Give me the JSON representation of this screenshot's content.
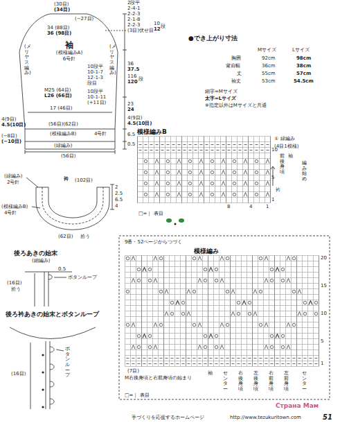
{
  "diagram": {
    "nodes": [
      {
        "text": [
          "袖",
          "(模様編みA)",
          "6号針"
        ]
      },
      {
        "text": [
          "模様編みB"
        ]
      },
      {
        "text": [
          "模様編み"
        ]
      }
    ],
    "labels": [
      "(30目)",
      "(34目)",
      "2段平",
      "2-4-1",
      "2-2-3",
      "2-1-8",
      "2-2-3",
      "(3目)伏せ目",
      "(−27目)",
      "10",
      "12",
      "段",
      "34 (88目)",
      "36 (98目)",
      "(メリヤス編み)",
      "(メリヤス編み)",
      "10段平",
      "10-1-7",
      "12-1-3",
      "段目",
      "36",
      "37.5",
      "116",
      "120",
      "段",
      "M25 (64目)",
      "L26 (66目)",
      "10段平",
      "10-1-11",
      "(+11目)",
      "17 (46目)",
      "4(9目)",
      "4.5(10目)",
      "4(9目)",
      "4.5(10目)",
      "(56目)(62目)",
      "(模様編みB)",
      "4号針",
      "(−8目)",
      "(−10目)",
      "(緑編み)",
      "(56目)",
      "23",
      "24",
      "6.5",
      "0.5",
      "●でき上がり寸法",
      "Mサイズ",
      "Lサイズ",
      "胸囲",
      "92cm",
      "98cm",
      "背肩幅",
      "36cm",
      "38cm",
      "丈",
      "55cm",
      "57cm",
      "袖丈",
      "53cm",
      "54.5cm",
      "細字=Mサイズ",
      "太字=Lサイズ",
      "※指定以外はMサイズと共通",
      "① 緑編み",
      "(4目1模様)",
      "前後身頃",
      "袖",
      "編み始め",
      "衿",
      "10",
      "5",
      "1",
      "8",
      "4",
      "1",
      "□=｜ 表目",
      "(緑編み)",
      "2号針",
      "衿",
      "(102目)",
      "(模様編みB)",
      "4号針",
      "(62目)",
      "拾う",
      "2",
      "2.5",
      "6.5",
      "4",
      "後ろあきの始末",
      "(細編み)",
      "0.5",
      "(16目)",
      "拾う",
      "ボタンループ",
      "後ろ衿あきの始末とボタンループ",
      "(16目)",
      "ボタンループ",
      "9番・52ページからつづく",
      "20",
      "15",
      "10",
      "5",
      "1",
      "(7目)",
      "M右後身頃と右前身頃の始まり",
      "□=｜ 表目",
      "袖",
      "センター",
      "右後身頃",
      "左後身頃",
      "右前身頃",
      "左前身頃",
      "センター",
      "手づくりを応援するホームページ",
      "http://www.tezukuritown.com",
      "51",
      "Страна Мам"
    ]
  }
}
